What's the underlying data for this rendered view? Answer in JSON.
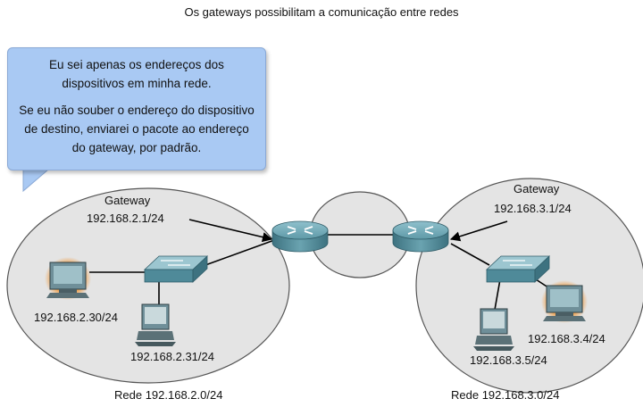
{
  "title": "Os gateways possibilitam a comunicação entre redes",
  "callout": {
    "paragraph1": "Eu sei apenas os endereços dos dispositivos em minha rede.",
    "paragraph2": "Se eu não souber o endereço do dispositivo de destino, enviarei o pacote ao endereço do gateway, por padrão."
  },
  "left_network": {
    "gateway_label": "Gateway",
    "gateway_ip": "192.168.2.1/24",
    "pc1_ip": "192.168.2.30/24",
    "pc2_ip": "192.168.2.31/24",
    "network_label": "Rede 192.168.2.0/24"
  },
  "right_network": {
    "gateway_label": "Gateway",
    "gateway_ip": "192.168.3.1/24",
    "pc1_ip": "192.168.3.4/24",
    "pc2_ip": "192.168.3.5/24",
    "network_label": "Rede 192.168.3.0/24"
  },
  "colors": {
    "ellipse_fill": "#e4e4e4",
    "router": "#4f8a99",
    "switch": "#5d8f9b",
    "pc_highlight": "#f08a1c",
    "callout_bg": "#a9c9f3"
  }
}
